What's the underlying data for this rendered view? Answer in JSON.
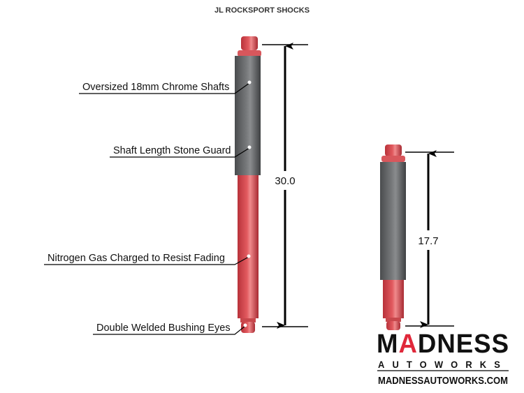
{
  "title": "JL ROCKSPORT SHOCKS",
  "callouts": [
    "Oversized 18mm Chrome Shafts",
    "Shaft Length Stone Guard",
    "Nitrogen Gas Charged to Resist Fading",
    "Double Welded Bushing Eyes"
  ],
  "dimensions": {
    "extended": "30.0",
    "compressed": "17.7"
  },
  "logo": {
    "name": "MADNESS",
    "sub": "AUTOWORKS",
    "url": "MADNESSAUTOWORKS.COM"
  },
  "colors": {
    "red": "#d9474c",
    "gray": "#5f6163",
    "logo_red": "#e0283a"
  }
}
